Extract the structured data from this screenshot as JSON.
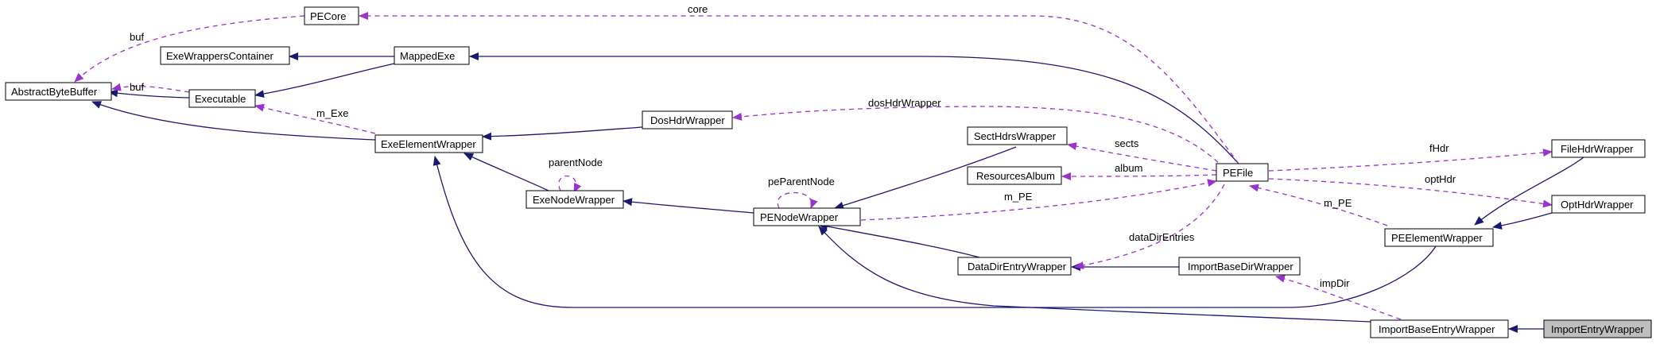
{
  "colors": {
    "inheritance": "#191970",
    "usage": "#9a32cd",
    "highlight_fill": "#bfbfbf"
  },
  "nodes": {
    "pecore": "PECore",
    "exe_wrappers_container": "ExeWrappersContainer",
    "mapped_exe": "MappedExe",
    "abstract_byte_buffer": "AbstractByteBuffer",
    "executable": "Executable",
    "exe_element_wrapper": "ExeElementWrapper",
    "dos_hdr_wrapper": "DosHdrWrapper",
    "exe_node_wrapper": "ExeNodeWrapper",
    "sect_hdrs_wrapper": "SectHdrsWrapper",
    "resources_album": "ResourcesAlbum",
    "pe_node_wrapper": "PENodeWrapper",
    "pe_file": "PEFile",
    "data_dir_entry_wrapper": "DataDirEntryWrapper",
    "import_base_dir_wrapper": "ImportBaseDirWrapper",
    "file_hdr_wrapper": "FileHdrWrapper",
    "opt_hdr_wrapper": "OptHdrWrapper",
    "pe_element_wrapper": "PEElementWrapper",
    "import_base_entry_wrapper": "ImportBaseEntryWrapper",
    "import_entry_wrapper": "ImportEntryWrapper"
  },
  "edge_labels": {
    "core": "core",
    "buf_top": "buf",
    "buf_mid": "buf",
    "m_exe": "m_Exe",
    "parent_node": "parentNode",
    "pe_parent_node": "peParentNode",
    "dos_hdr_wrapper": "dosHdrWrapper",
    "sects": "sects",
    "album": "album",
    "m_pe_center": "m_PE",
    "data_dir_entries": "dataDirEntries",
    "f_hdr": "fHdr",
    "opt_hdr": "optHdr",
    "m_pe_right": "m_PE",
    "imp_dir": "impDir"
  }
}
